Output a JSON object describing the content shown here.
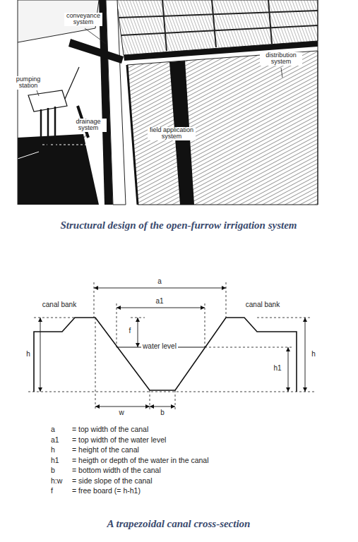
{
  "diagram": {
    "caption": "A trapezoidal canal cross-section",
    "labels": [
      "conveyance system",
      "distribution system",
      "pumping station",
      "drainage system",
      "field application system",
      "Structural design of the open-furrow irrigation system",
      "canal bank",
      "a",
      "a1",
      "f",
      "water level",
      "h",
      "canal bank",
      "h1",
      "h",
      "w",
      "b",
      "a",
      "= top width of the canal",
      "a1",
      "= top width of the water level",
      "h",
      "= height of the canal",
      "h1",
      "= heigth or depth of the water in the canal",
      "b",
      "= bottom width of the canal",
      "h:w",
      "= side slope of the canal",
      "f",
      "= free board (= h-h1)"
    ]
  }
}
